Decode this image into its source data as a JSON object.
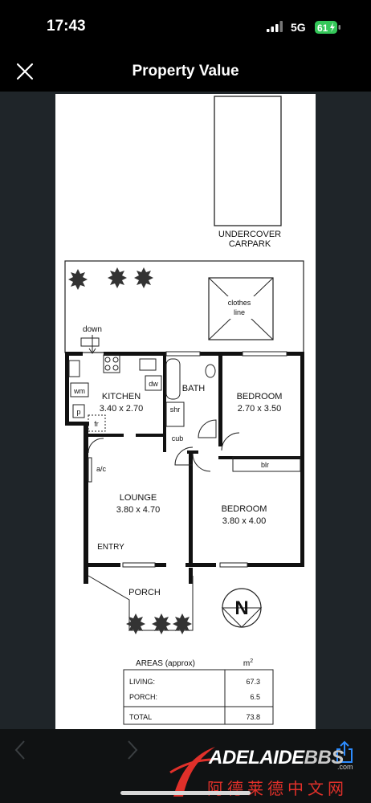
{
  "status_bar": {
    "time": "17:43",
    "network": "5G",
    "battery": "61"
  },
  "header": {
    "title": "Property Value"
  },
  "floor_plan": {
    "carpark_line1": "UNDERCOVER",
    "carpark_line2": "CARPARK",
    "clothesline_line1": "clothes",
    "clothesline_line2": "line",
    "down": "down",
    "wm": "wm",
    "p": "p",
    "fr": "fr",
    "dw": "dw",
    "shr": "shr",
    "cub": "cub",
    "ac": "a/c",
    "blr": "blr",
    "kitchen_name": "KITCHEN",
    "kitchen_size": "3.40 x 2.70",
    "bath_name": "BATH",
    "bedroom1_name": "BEDROOM",
    "bedroom1_size": "2.70 x 3.50",
    "lounge_name": "LOUNGE",
    "lounge_size": "3.80 x 4.70",
    "bedroom2_name": "BEDROOM",
    "bedroom2_size": "3.80 x 4.00",
    "entry": "ENTRY",
    "porch": "PORCH",
    "compass": "N",
    "areas": {
      "title": "AREAS (approx)",
      "unit": "m",
      "unit_sup": "2",
      "rows": [
        {
          "label": "LIVING:",
          "value": "67.3"
        },
        {
          "label": "PORCH:",
          "value": "6.5"
        },
        {
          "label": "TOTAL",
          "value": "73.8"
        }
      ]
    }
  },
  "watermark": {
    "brand": "ADELAIDE",
    "brand2": "BBS",
    "dotcom": ".com",
    "chinese": "阿德莱德中文网"
  },
  "colors": {
    "viewer_bg": "#1f2529",
    "battery_green": "#34c759",
    "watermark_red": "#e0302a"
  }
}
